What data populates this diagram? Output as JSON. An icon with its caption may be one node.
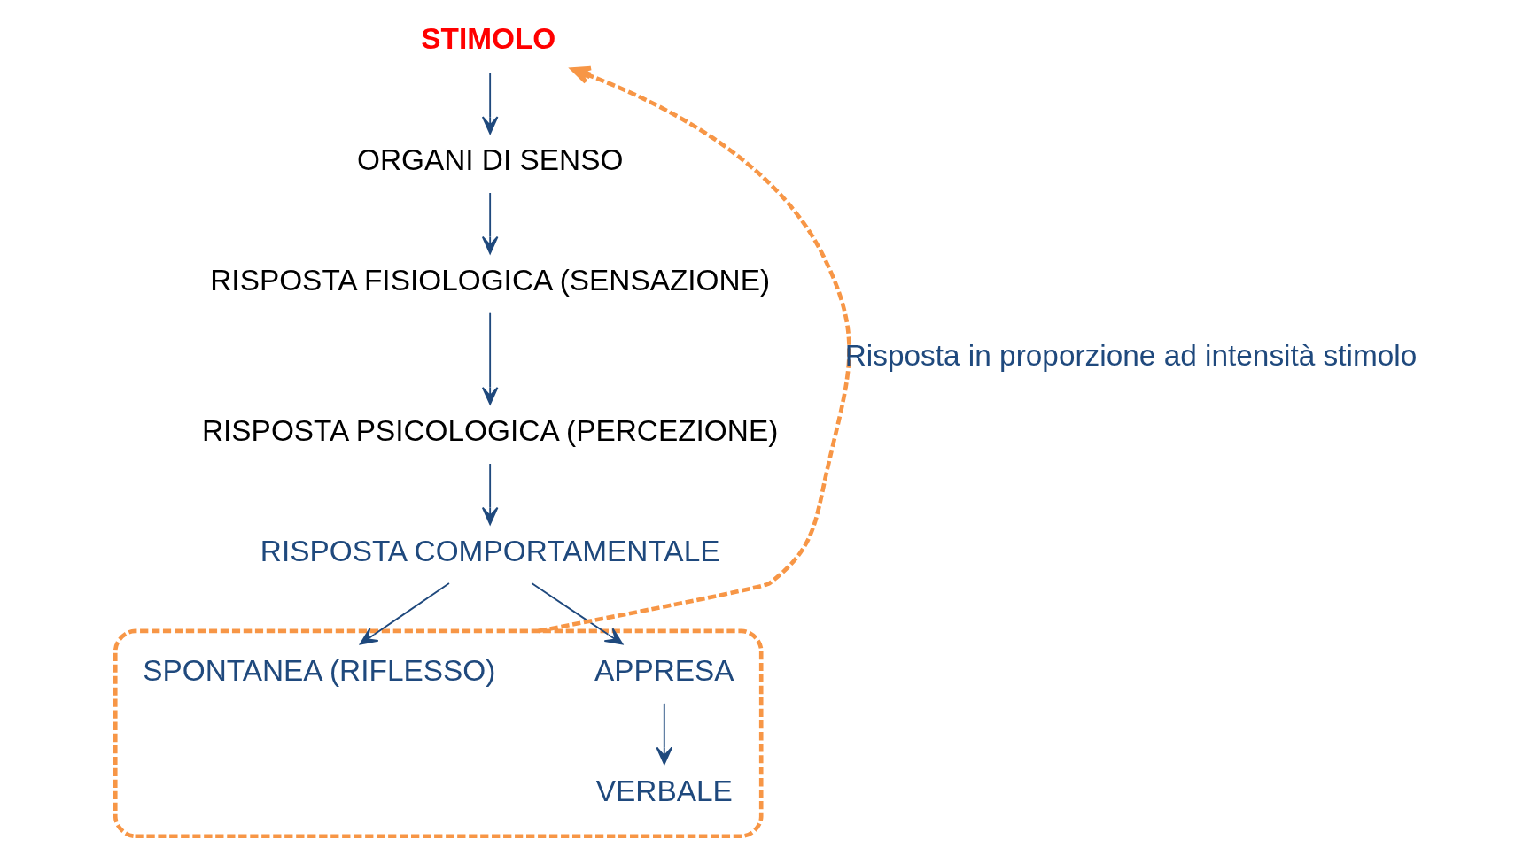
{
  "diagram": {
    "nodes": [
      {
        "text": [
          "STIMOLO"
        ]
      },
      {
        "text": [
          "ORGANI DI SENSO"
        ]
      },
      {
        "text": [
          "RISPOSTA FISIOLOGICA (SENSAZIONE)"
        ]
      },
      {
        "text": [
          "RISPOSTA PSICOLOGICA (PERCEZIONE)"
        ]
      },
      {
        "text": [
          "RISPOSTA COMPORTAMENTALE"
        ]
      },
      {
        "text": [],
        "shape": "ellipse"
      },
      {
        "text": [
          "SPONTANEA (RIFLESSO)"
        ],
        "in": 5
      },
      {
        "text": [
          "APPRESA"
        ],
        "in": 5
      },
      {
        "text": [
          "VERBALE"
        ],
        "in": 5
      }
    ],
    "edges": [
      {
        "from": 0,
        "to": 1,
        "arrow": "to"
      },
      {
        "from": 1,
        "to": 2,
        "arrow": "to"
      },
      {
        "from": 2,
        "to": 3,
        "arrow": "to"
      },
      {
        "from": 3,
        "to": 4,
        "arrow": "to"
      },
      {
        "from": 4,
        "to": 6,
        "arrow": "to"
      },
      {
        "from": 4,
        "to": 7,
        "arrow": "to"
      },
      {
        "from": 7,
        "to": 8,
        "arrow": "to"
      },
      {
        "from": 5,
        "to": 0,
        "arrow": "to",
        "label": "Risposta in proporzione ad intensità stimolo",
        "style": "dashed",
        "color": "#f79646"
      }
    ]
  }
}
